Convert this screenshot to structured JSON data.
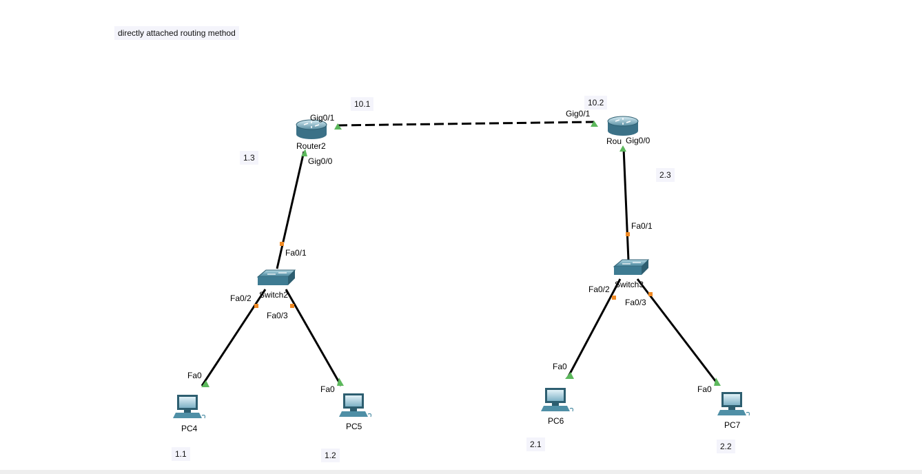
{
  "title_note": "directly attached routing method",
  "devices": {
    "router2": {
      "label": "Router2"
    },
    "router_right": {
      "label": "Rou"
    },
    "switch2": {
      "label": "Switch2"
    },
    "switch3": {
      "label": "Switch3"
    },
    "pc4": {
      "label": "PC4"
    },
    "pc5": {
      "label": "PC5"
    },
    "pc6": {
      "label": "PC6"
    },
    "pc7": {
      "label": "PC7"
    }
  },
  "ports": {
    "r2_gig01": "Gig0/1",
    "r2_gig00": "Gig0/0",
    "rr_gig01": "Gig0/1",
    "rr_gig00": "Gig0/0",
    "sw2_fa01": "Fa0/1",
    "sw2_fa02": "Fa0/2",
    "sw2_fa03": "Fa0/3",
    "sw3_fa01": "Fa0/1",
    "sw3_fa02": "Fa0/2",
    "sw3_fa03": "Fa0/3",
    "pc4_fa0": "Fa0",
    "pc5_fa0": "Fa0",
    "pc6_fa0": "Fa0",
    "pc7_fa0": "Fa0"
  },
  "address_notes": {
    "n_10_1": "10.1",
    "n_10_2": "10.2",
    "n_1_3": "1.3",
    "n_2_3": "2.3",
    "n_1_1": "1.1",
    "n_1_2": "1.2",
    "n_2_1": "2.1",
    "n_2_2": "2.2"
  },
  "colors": {
    "link": "#000000",
    "link_up": "#5cb85c",
    "link_pending": "#f08a24",
    "device": "#4f8fa6",
    "note_bg": "#f4f4fb"
  }
}
